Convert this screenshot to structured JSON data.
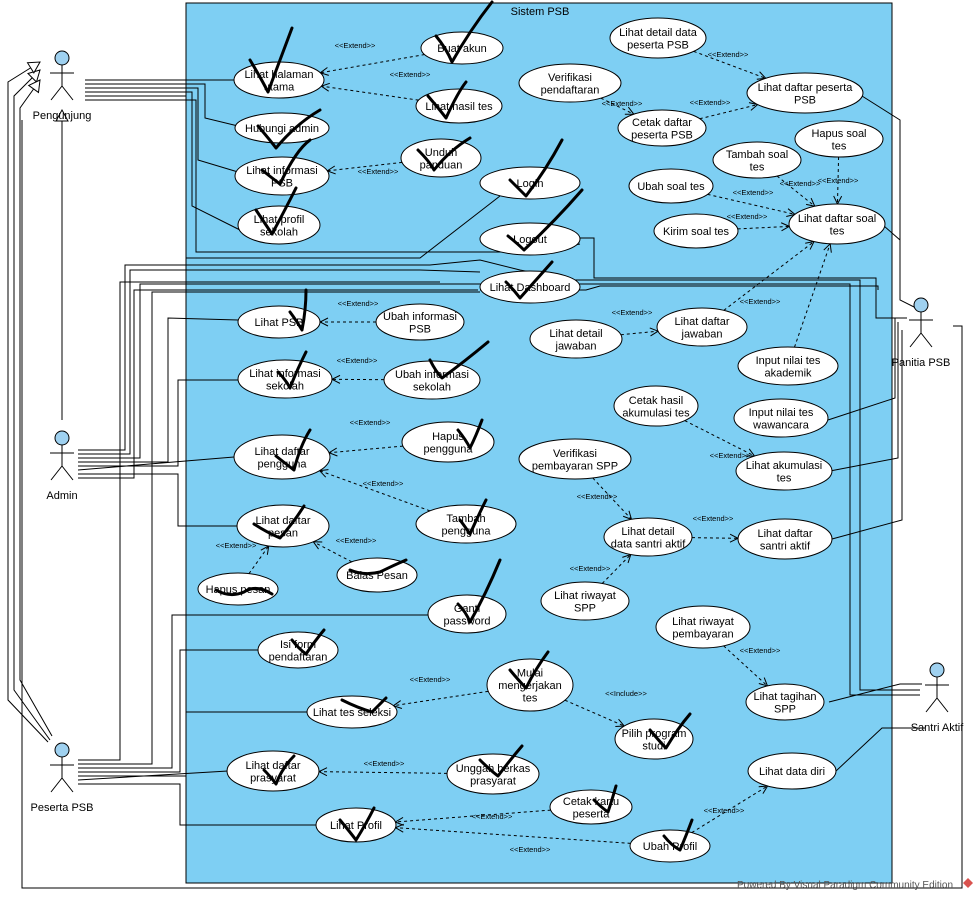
{
  "system": {
    "title": "Sistem PSB"
  },
  "actors": {
    "pengunjung": "Pengunjung",
    "admin": "Admin",
    "peserta_psb": "Peserta PSB",
    "panitia_psb": "Panitia PSB",
    "santri_aktif": "Santri Aktif"
  },
  "usecases": {
    "lihat_halaman_utama": [
      "Lihat halaman",
      "utama"
    ],
    "buat_akun": [
      "Buat akun"
    ],
    "lihat_hasil_tes": [
      "Lihat hasil tes"
    ],
    "hubungi_admin": [
      "Hubungi admin"
    ],
    "lihat_informasi_psb": [
      "Lihat informasi",
      "PSB"
    ],
    "unduh_panduan": [
      "Unduh",
      "panduan"
    ],
    "lihat_profil_sekolah": [
      "Lihat profil",
      "sekolah"
    ],
    "login": [
      "Login"
    ],
    "logout": [
      "Logout"
    ],
    "lihat_dashboard": [
      "Lihat Dashboard"
    ],
    "lihat_detail_data_peserta_psb": [
      "Lihat detail data",
      "peserta PSB"
    ],
    "verifikasi_pendaftaran": [
      "Verifikasi",
      "pendaftaran"
    ],
    "cetak_daftar_peserta_psb": [
      "Cetak daftar",
      "peserta PSB"
    ],
    "lihat_daftar_peserta_psb": [
      "Lihat daftar peserta",
      "PSB"
    ],
    "hapus_soal_tes": [
      "Hapus soal",
      "tes"
    ],
    "tambah_soal_tes": [
      "Tambah soal",
      "tes"
    ],
    "ubah_soal_tes": [
      "Ubah soal tes"
    ],
    "kirim_soal_tes": [
      "Kirim soal tes"
    ],
    "lihat_daftar_soal_tes": [
      "Lihat daftar soal",
      "tes"
    ],
    "lihat_psb": [
      "Lihat PSB"
    ],
    "ubah_informasi_psb": [
      "Ubah informasi",
      "PSB"
    ],
    "lihat_informasi_sekolah": [
      "Lihat informasi",
      "sekolah"
    ],
    "ubah_informasi_sekolah": [
      "Ubah informasi",
      "sekolah"
    ],
    "lihat_daftar_pengguna": [
      "Lihat daftar",
      "pengguna"
    ],
    "hapus_pengguna": [
      "Hapus",
      "pengguna"
    ],
    "tambah_pengguna": [
      "Tambah",
      "pengguna"
    ],
    "lihat_daftar_pesan": [
      "Lihat daftar",
      "pesan"
    ],
    "hapus_pesan": [
      "Hapus pesan"
    ],
    "balas_pesan": [
      "Balas Pesan"
    ],
    "ganti_password": [
      "Ganti",
      "password"
    ],
    "lihat_detail_jawaban": [
      "Lihat detail",
      "jawaban"
    ],
    "lihat_daftar_jawaban": [
      "Lihat daftar",
      "jawaban"
    ],
    "input_nilai_tes_akademik": [
      "Input nilai tes",
      "akademik"
    ],
    "cetak_hasil_akumulasi_tes": [
      "Cetak hasil",
      "akumulasi tes"
    ],
    "input_nilai_tes_wawancara": [
      "Input nilai tes",
      "wawancara"
    ],
    "lihat_akumulasi_tes": [
      "Lihat akumulasi",
      "tes"
    ],
    "verifikasi_pembayaran_spp": [
      "Verifikasi",
      "pembayaran SPP"
    ],
    "lihat_detail_data_santri_aktif": [
      "Lihat detail",
      "data santri aktif"
    ],
    "lihat_daftar_santri_aktif": [
      "Lihat daftar",
      "santri aktif"
    ],
    "lihat_riwayat_spp": [
      "Lihat riwayat",
      "SPP"
    ],
    "lihat_riwayat_pembayaran": [
      "Lihat riwayat",
      "pembayaran"
    ],
    "lihat_tagihan_spp": [
      "Lihat tagihan",
      "SPP"
    ],
    "isi_form_pendaftaran": [
      "Isi form",
      "pendaftaran"
    ],
    "mulai_mengerjakan_tes": [
      "Mulai",
      "mengerjakan",
      "tes"
    ],
    "lihat_tes_seleksi": [
      "Lihat tes seleksi"
    ],
    "pilih_program_studi": [
      "Pilih program",
      "studi"
    ],
    "lihat_daftar_prasyarat": [
      "Lihat daftar",
      "prasyarat"
    ],
    "unggah_berkas_prasyarat": [
      "Unggah berkas",
      "prasyarat"
    ],
    "lihat_data_diri": [
      "Lihat data diri"
    ],
    "cetak_kartu_peserta": [
      "Cetak kartu",
      "peserta"
    ],
    "lihat_profil": [
      "Lihat Profil"
    ],
    "ubah_profil": [
      "Ubah Profil"
    ]
  },
  "stereotypes": {
    "extend": "<<Extend>>",
    "include": "<<Include>>"
  },
  "watermark": "Powered By Visual Paradigm Community Edition",
  "colors": {
    "system_fill": "#7ecff3",
    "actor_fill": "#9fd1f0",
    "usecase_fill": "#ffffff",
    "line": "#000000"
  }
}
